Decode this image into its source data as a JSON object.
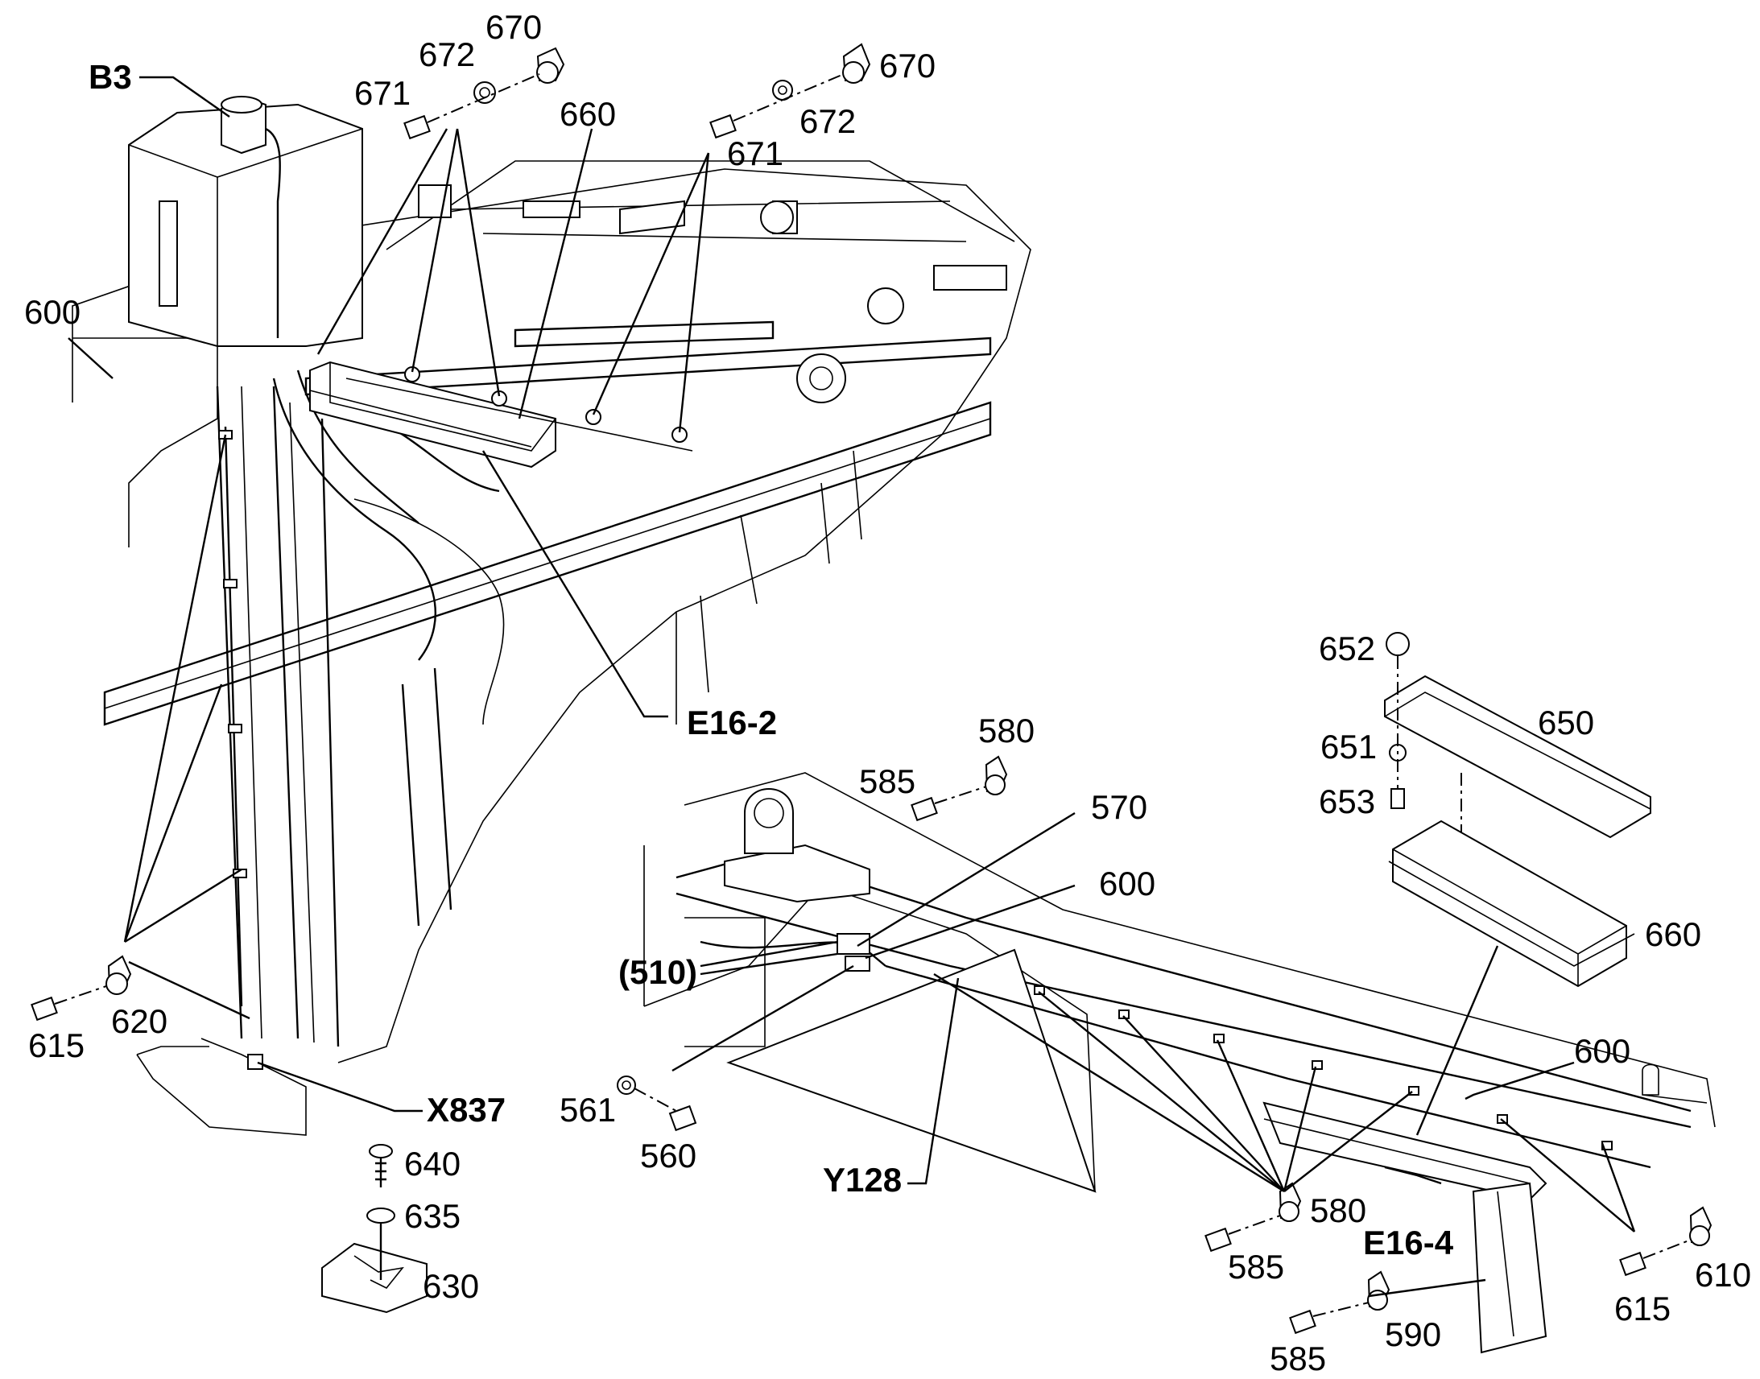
{
  "callouts": {
    "b3": "B3",
    "c670a": "670",
    "c672a": "672",
    "c671a": "671",
    "c670b": "670",
    "c672b": "672",
    "c671b": "671",
    "c660a": "660",
    "c600a": "600",
    "e16_2": "E16-2",
    "c620": "620",
    "c615a": "615",
    "x837": "X837",
    "c640": "640",
    "c635": "635",
    "c630": "630",
    "c652": "652",
    "c650": "650",
    "c651": "651",
    "c653": "653",
    "c660b": "660",
    "c580a": "580",
    "c585a": "585",
    "c570": "570",
    "c600b": "600",
    "c510": "(510)",
    "c561": "561",
    "c560": "560",
    "y128": "Y128",
    "c600c": "600",
    "c580b": "580",
    "c585b": "585",
    "e16_4": "E16-4",
    "c590": "590",
    "c585c": "585",
    "c615b": "615",
    "c610": "610"
  }
}
